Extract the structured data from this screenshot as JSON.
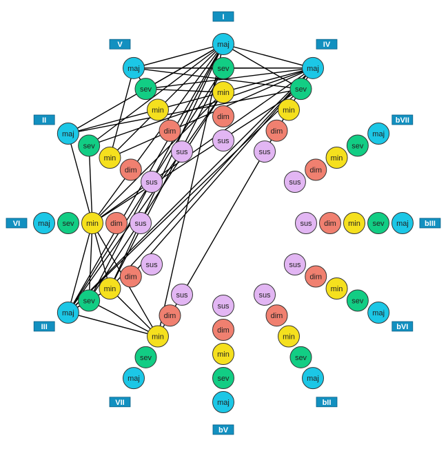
{
  "colors": {
    "maj": "#1cc7e6",
    "sev": "#12cd84",
    "min": "#f5e01e",
    "dim": "#f08070",
    "sus": "#e2b6f3",
    "label_bg": "#1290c0",
    "edge": "#000000"
  },
  "spokes": [
    {
      "label": "I",
      "chords": [
        "maj",
        "sev",
        "min",
        "dim",
        "sus"
      ]
    },
    {
      "label": "IV",
      "chords": [
        "maj",
        "sev",
        "min",
        "dim",
        "sus"
      ]
    },
    {
      "label": "bVII",
      "chords": [
        "maj",
        "sev",
        "min",
        "dim",
        "sus"
      ]
    },
    {
      "label": "bIII",
      "chords": [
        "maj",
        "sev",
        "min",
        "dim",
        "sus"
      ]
    },
    {
      "label": "bVI",
      "chords": [
        "maj",
        "sev",
        "min",
        "dim",
        "sus"
      ]
    },
    {
      "label": "bII",
      "chords": [
        "maj",
        "sev",
        "min",
        "dim",
        "sus"
      ]
    },
    {
      "label": "bV",
      "chords": [
        "maj",
        "sev",
        "min",
        "dim",
        "sus"
      ]
    },
    {
      "label": "VII",
      "chords": [
        "maj",
        "sev",
        "min",
        "dim",
        "sus"
      ]
    },
    {
      "label": "III",
      "chords": [
        "maj",
        "sev",
        "min",
        "dim",
        "sus"
      ]
    },
    {
      "label": "VI",
      "chords": [
        "maj",
        "sev",
        "min",
        "dim",
        "sus"
      ]
    },
    {
      "label": "II",
      "chords": [
        "maj",
        "sev",
        "min",
        "dim",
        "sus"
      ]
    },
    {
      "label": "V",
      "chords": [
        "maj",
        "sev",
        "min",
        "dim",
        "sus"
      ]
    }
  ],
  "edges": [
    [
      "I-maj",
      "IV-maj"
    ],
    [
      "I-maj",
      "IV-sev"
    ],
    [
      "I-maj",
      "V-maj"
    ],
    [
      "I-maj",
      "V-sev"
    ],
    [
      "I-maj",
      "II-maj"
    ],
    [
      "I-maj",
      "II-sev"
    ],
    [
      "I-maj",
      "VI-min"
    ],
    [
      "I-maj",
      "III-maj"
    ],
    [
      "I-maj",
      "III-sev"
    ],
    [
      "I-maj",
      "VII-min"
    ],
    [
      "I-maj",
      "III-min"
    ],
    [
      "I-maj",
      "II-min"
    ],
    [
      "I-sev",
      "IV-maj"
    ],
    [
      "I-sev",
      "III-maj"
    ],
    [
      "I-sev",
      "III-min"
    ],
    [
      "I-sev",
      "V-maj"
    ],
    [
      "I-min",
      "VI-min"
    ],
    [
      "I-min",
      "III-maj"
    ],
    [
      "I-min",
      "III-sev"
    ],
    [
      "I-min",
      "V-sev"
    ],
    [
      "IV-maj",
      "V-maj"
    ],
    [
      "IV-maj",
      "V-sev"
    ],
    [
      "IV-maj",
      "II-maj"
    ],
    [
      "IV-maj",
      "II-sev"
    ],
    [
      "IV-maj",
      "II-min"
    ],
    [
      "IV-maj",
      "VI-min"
    ],
    [
      "IV-maj",
      "III-maj"
    ],
    [
      "IV-maj",
      "III-min"
    ],
    [
      "IV-maj",
      "VII-min"
    ],
    [
      "IV-maj",
      "III-dim"
    ],
    [
      "IV-sev",
      "V-maj"
    ],
    [
      "IV-sev",
      "II-maj"
    ],
    [
      "IV-sev",
      "VI-min"
    ],
    [
      "IV-sev",
      "III-maj"
    ],
    [
      "V-maj",
      "II-min"
    ],
    [
      "V-maj",
      "V-sev"
    ],
    [
      "II-maj",
      "VI-min"
    ],
    [
      "VI-min",
      "III-maj"
    ],
    [
      "VI-min",
      "III-sev"
    ],
    [
      "VI-min",
      "III-min"
    ],
    [
      "VI-min",
      "VII-min"
    ],
    [
      "VI-min",
      "II-sev"
    ],
    [
      "III-maj",
      "VII-min"
    ],
    [
      "III-maj",
      "III-sev"
    ],
    [
      "III-maj",
      "III-min"
    ],
    [
      "III-sev",
      "VII-min"
    ],
    [
      "III-min",
      "VII-min"
    ]
  ]
}
